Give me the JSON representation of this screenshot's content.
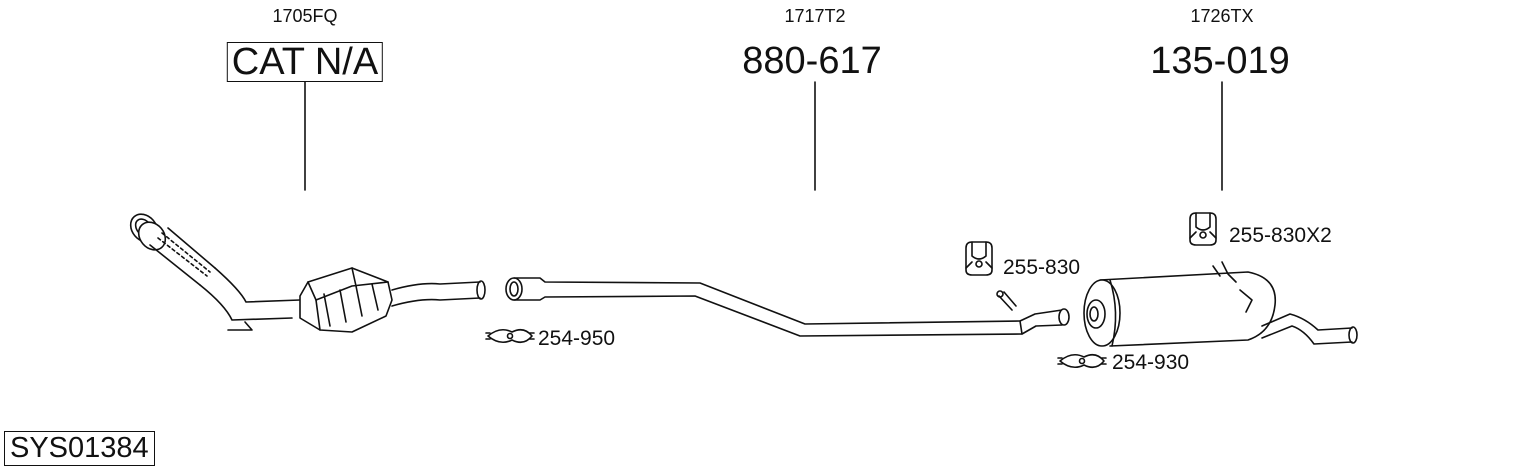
{
  "sections": [
    {
      "ref": "1705FQ",
      "part": "CAT N/A"
    },
    {
      "ref": "1717T2",
      "part": "880-617"
    },
    {
      "ref": "1726TX",
      "part": "135-019"
    }
  ],
  "accessories": {
    "clamp_front": "254-950",
    "clamp_rear": "254-930",
    "mount_mid": "255-830",
    "mount_rear": "255-830X2"
  },
  "system_code": "SYS01384"
}
